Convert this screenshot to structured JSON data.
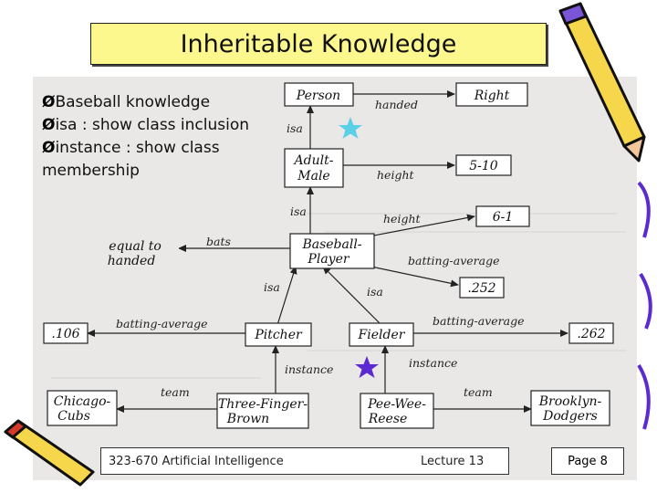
{
  "title": "Inheritable Knowledge",
  "bullets": [
    {
      "arrow": "Ø",
      "text": "Baseball knowledge"
    },
    {
      "arrow": "Ø",
      "text": "isa : show class inclusion"
    },
    {
      "arrow": "Ø",
      "text": "instance : show class membership"
    }
  ],
  "nodes": {
    "person": "Person",
    "right": "Right",
    "adult_male_1": "Adult-",
    "adult_male_2": "Male",
    "five_ten": "5-10",
    "six_one": "6-1",
    "equal_to_1": "equal to",
    "equal_to_2": "handed",
    "baseball_1": "Baseball-",
    "baseball_2": "Player",
    "p252": ".252",
    "p106": ".106",
    "pitcher": "Pitcher",
    "fielder": "Fielder",
    "p262": ".262",
    "chicago_1": "Chicago-",
    "chicago_2": "Cubs",
    "tfb_1": "Three-Finger-",
    "tfb_2": "Brown",
    "pwr_1": "Pee-Wee-",
    "pwr_2": "Reese",
    "brooklyn_1": "Brooklyn-",
    "brooklyn_2": "Dodgers"
  },
  "edges": {
    "handed": "handed",
    "isa1": "isa",
    "height1": "height",
    "isa2": "isa",
    "height2": "height",
    "bats": "bats",
    "batting_avg1": "batting-average",
    "isa3": "isa",
    "isa4": "isa",
    "batting_avg2": "batting-average",
    "batting_avg3": "batting-average",
    "instance1": "instance",
    "instance2": "instance",
    "team1": "team",
    "team2": "team"
  },
  "footer": {
    "course": "323-670 Artificial Intelligence",
    "lecture": "Lecture 13",
    "page": "Page 8"
  },
  "colors": {
    "title_bg": "#fdf88e",
    "star_cyan": "#5ad0e6",
    "star_purple": "#5b2bd1"
  }
}
